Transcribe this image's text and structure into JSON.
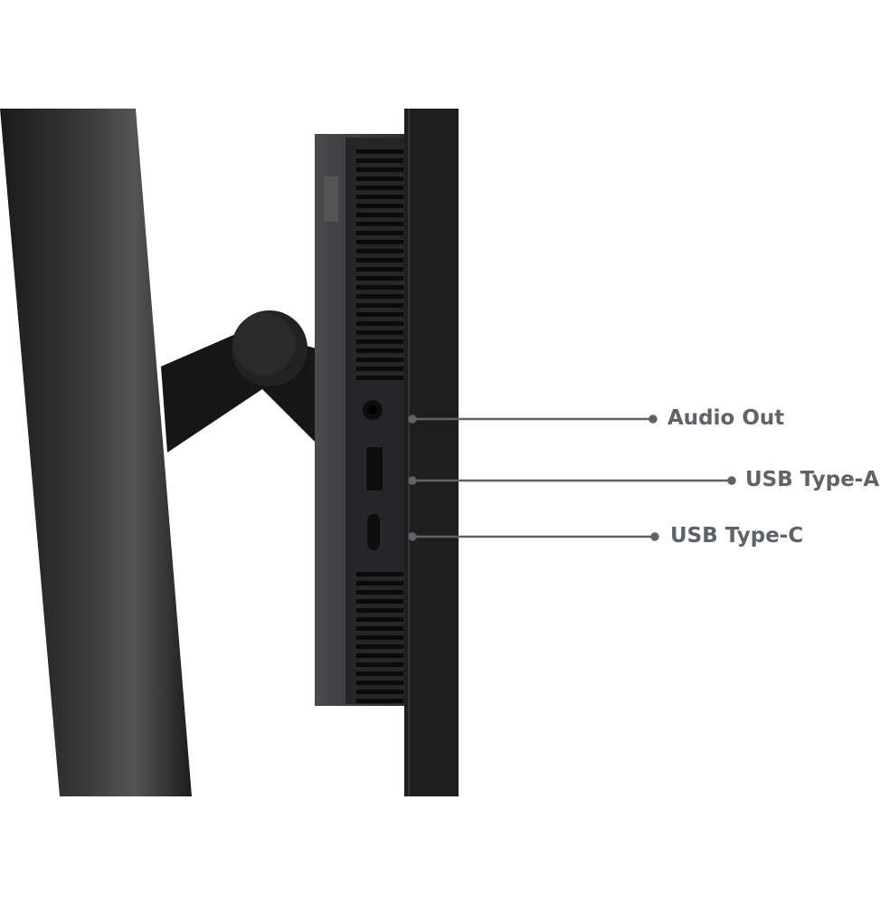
{
  "callouts": [
    {
      "id": "audio-out",
      "label": "Audio Out"
    },
    {
      "id": "usb-type-a",
      "label": "USB Type-A"
    },
    {
      "id": "usb-type-c",
      "label": "USB Type-C"
    }
  ],
  "colors": {
    "callout": "#5f6266",
    "panel": "#1f1f1f",
    "module": "#3b3b3d",
    "stand": "#262626"
  }
}
